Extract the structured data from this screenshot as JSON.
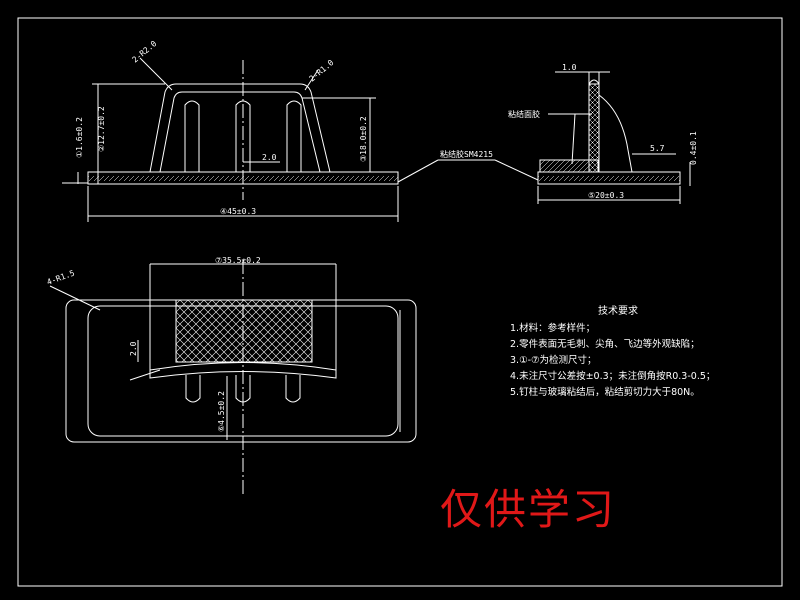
{
  "drawing": {
    "background": "#000000",
    "line_color": "#ffffff",
    "centerline_color": "#ffffff",
    "front_view": {
      "dims": {
        "pin_radius": "2-R2.0",
        "outer_radius": "2-R1.0",
        "dim1": "①1.6±0.2",
        "dim2": "②12.7±0.2",
        "dim3": "③18.0±0.2",
        "slot_width": "2.0",
        "base_length": "④45±0.3"
      }
    },
    "side_view": {
      "dims": {
        "thickness": "1.0",
        "rib_width": "5.7",
        "height": "0.4±0.1",
        "base_length": "⑤20±0.3"
      },
      "labels": {
        "adhesive": "粘结胶SM4215",
        "plate": "粘结面胶"
      }
    },
    "top_view": {
      "dims": {
        "corner": "4-R1.5",
        "width": "⑦35.5±0.2",
        "offset": "2.0",
        "pin_offset": "⑥4.5±0.2"
      }
    },
    "tech_requirements": {
      "title": "技术要求",
      "items": [
        "1.材料：参考样件；",
        "2.零件表面无毛刺、尖角、飞边等外观缺陷；",
        "3.①-⑦为检测尺寸；",
        "4.未注尺寸公差按±0.3；未注倒角按R0.3-0.5；",
        "5.钉柱与玻璃粘结后，粘结剪切力大于80N。"
      ]
    },
    "watermark": {
      "text": "仅供学习",
      "color": "#e01818"
    }
  }
}
